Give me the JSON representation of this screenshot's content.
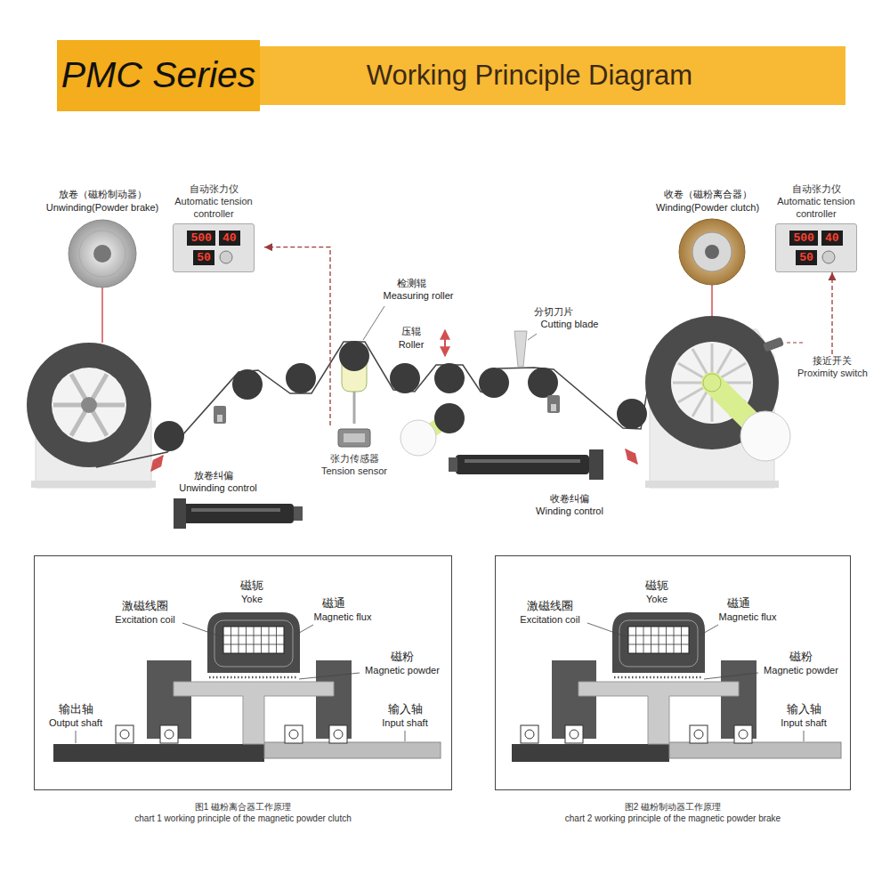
{
  "diagram": {
    "title": "Working Principle Diagram",
    "nodes": [
      {
        "text": [
          "自动张力仪",
          "Automatic tension controller",
          "500",
          "40",
          "50"
        ]
      },
      {
        "text": [
          "张力传感器",
          "Tension sensor"
        ]
      },
      {
        "text": [
          "自动张力仪",
          "Automatic tension controller",
          "500",
          "40",
          "50"
        ]
      },
      {
        "text": [
          "接近开关",
          "Proximity switch"
        ]
      },
      {
        "text": [
          "图1 磁粉离合器工作原理",
          "chart 1 working principle of the magnetic powder clutch"
        ]
      },
      {
        "text": [
          "图2 磁粉制动器工作原理",
          "chart 2 working principle of the magnetic powder brake"
        ]
      }
    ],
    "edges": [
      {
        "from": 1,
        "to": 0,
        "arrow": "to"
      },
      {
        "from": 3,
        "to": 2,
        "arrow": "to"
      }
    ],
    "labels": [
      "PMC Series",
      "放卷（磁粉制动器）",
      "Unwinding(Powder brake)",
      "检测辊",
      "Measuring roller",
      "压辊",
      "Roller",
      "分切刀片",
      "Cutting blade",
      "收卷（磁粉离合器）",
      "Winding(Powder clutch)",
      "放卷纠偏",
      "Unwinding control",
      "收卷纠偏",
      "Winding control",
      "磁轭",
      "Yoke",
      "激磁线圈",
      "Excitation coil",
      "磁通",
      "Magnetic flux",
      "磁粉",
      "Magnetic powder",
      "输出轴",
      "Output shaft",
      "输入轴",
      "Input shaft",
      "磁轭",
      "Yoke",
      "激磁线圈",
      "Excitation coil",
      "磁通",
      "Magnetic flux",
      "磁粉",
      "Magnetic powder",
      "输入轴",
      "Input shaft"
    ]
  }
}
